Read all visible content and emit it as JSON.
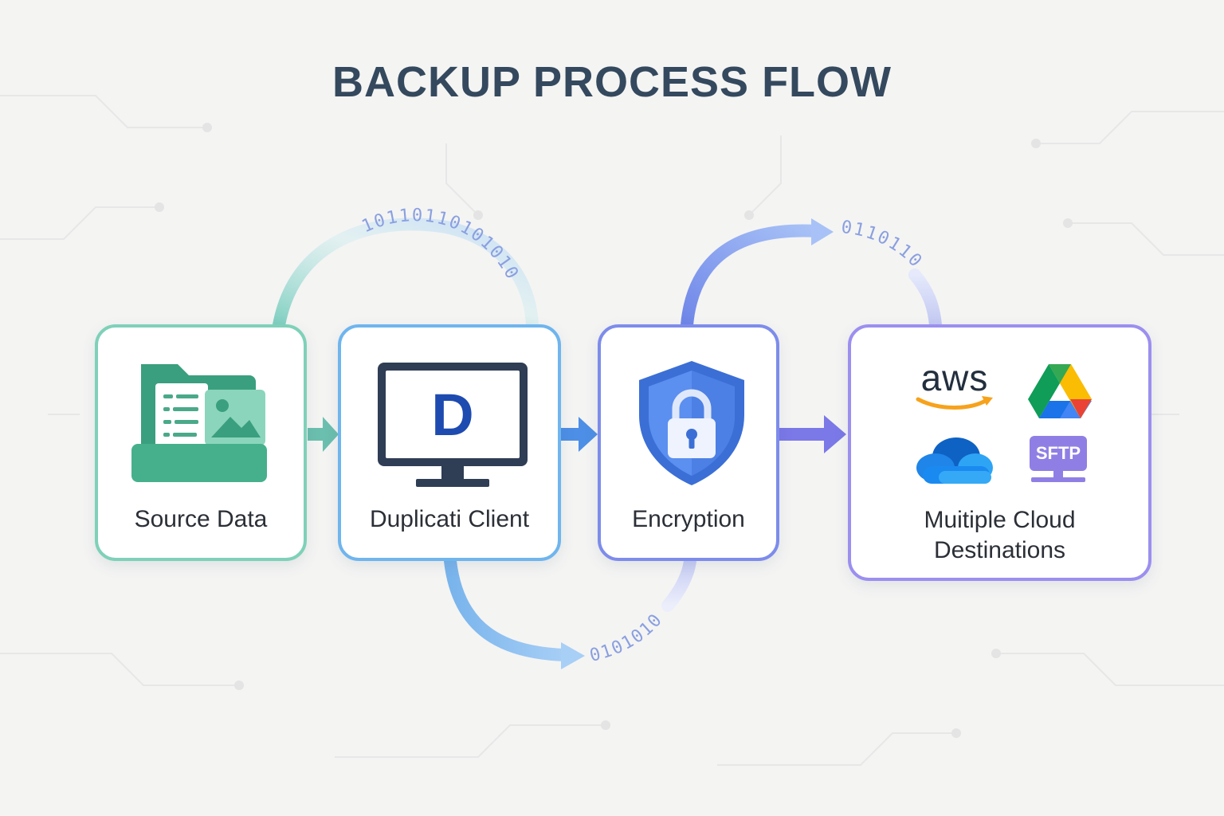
{
  "title": "BACKUP PROCESS FLOW",
  "nodes": [
    {
      "id": "source",
      "label": "Source Data",
      "icon": "folder-files-icon",
      "color": "#5dbf9f"
    },
    {
      "id": "client",
      "label": "Duplicati Client",
      "icon": "monitor-icon",
      "color": "#5aa8ea"
    },
    {
      "id": "encryption",
      "label": "Encryption",
      "icon": "shield-lock-icon",
      "color": "#6f86e8"
    },
    {
      "id": "destinations",
      "label_line1": "Muitiple Cloud",
      "label_line2": "Destinations",
      "color": "#8b7fe6"
    }
  ],
  "client_logo": "D",
  "destinations": {
    "aws": "aws",
    "sftp": "SFTP",
    "icons": [
      "aws-logo-icon",
      "google-drive-icon",
      "onedrive-cloud-icon",
      "sftp-server-icon"
    ]
  },
  "binary_streams": {
    "top_left": "10110110101010",
    "top_right": "0110110",
    "bottom": "0101010"
  },
  "colors": {
    "title": "#34495e",
    "green": "#4caf8e",
    "blue": "#4a90e2",
    "indigo": "#5f72e4",
    "violet": "#8a7ce8"
  }
}
